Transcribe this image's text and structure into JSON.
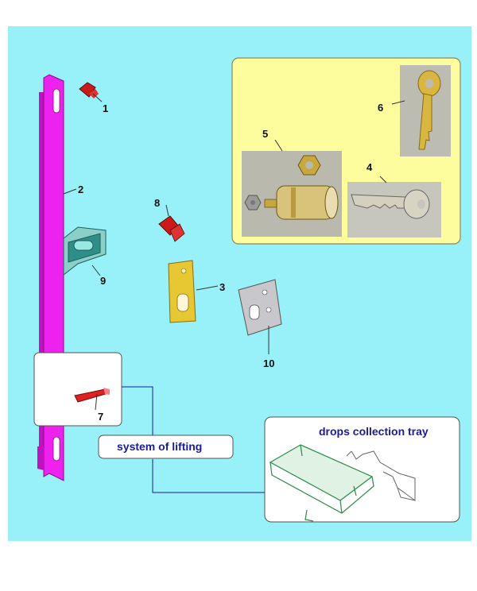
{
  "diagram": {
    "colors": {
      "background": "#98f0f8",
      "key_panel": "#fdfd9e",
      "key_panel_border": "#8a8a5a",
      "rail": "#ee22ee",
      "bracket": "#2f8f88",
      "plate": "#e8c832",
      "caption_text": "#1a1a9e",
      "connector": "#1a1a9e"
    },
    "part_numbers": {
      "p1": "1",
      "p2": "2",
      "p3": "3",
      "p4": "4",
      "p5": "5",
      "p6": "6",
      "p7": "7",
      "p8": "8",
      "p9": "9",
      "p10": "10"
    },
    "captions": {
      "lifting": "system of lifting",
      "tray": "drops collection tray"
    },
    "icons": {
      "screw": "screw-icon",
      "key": "key-icon",
      "lock_cylinder": "lock-cylinder-icon",
      "tray": "tray-icon"
    }
  }
}
